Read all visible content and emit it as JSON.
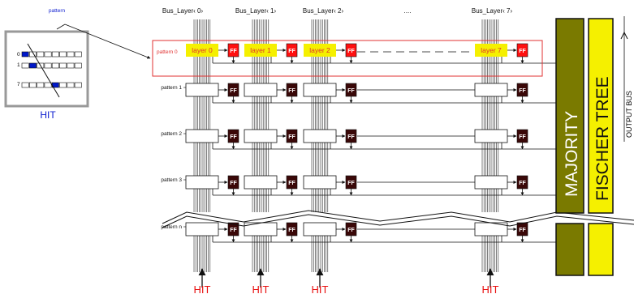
{
  "inset": {
    "top_label": "pattern",
    "row_labels": [
      "0",
      "1",
      "7"
    ],
    "caption": "HIT"
  },
  "buses": [
    {
      "label": "Bus_Layer‹ 0›"
    },
    {
      "label": "Bus_Layer‹ 1›"
    },
    {
      "label": "Bus_Layer‹ 2›"
    },
    {
      "label": "...."
    },
    {
      "label": "Bus_Layer‹ 7›"
    }
  ],
  "pattern0": {
    "label": "pattern 0",
    "layers": [
      "layer 0",
      "layer 1",
      "layer 2",
      "layer 7"
    ]
  },
  "pattern_rows": [
    "pattern 1",
    "pattern 2",
    "pattern 3",
    "pattern n"
  ],
  "ff_label": "FF",
  "majority_label": "MAJORITY",
  "fischer_label": "FISCHER TREE",
  "output_label": "OUTPUT BUS",
  "hit_label": "HIT",
  "colors": {
    "pattern0_frame": "#e03030",
    "layer_fill": "#f5f000",
    "ff_pattern0": "#ff1010",
    "ff_other": "#3a0808",
    "majority": "#7a7a00",
    "fischer": "#f5f000",
    "hit_text": "#e81010",
    "inset_cell": "#0018c8",
    "inset_text": "#1020d0"
  }
}
